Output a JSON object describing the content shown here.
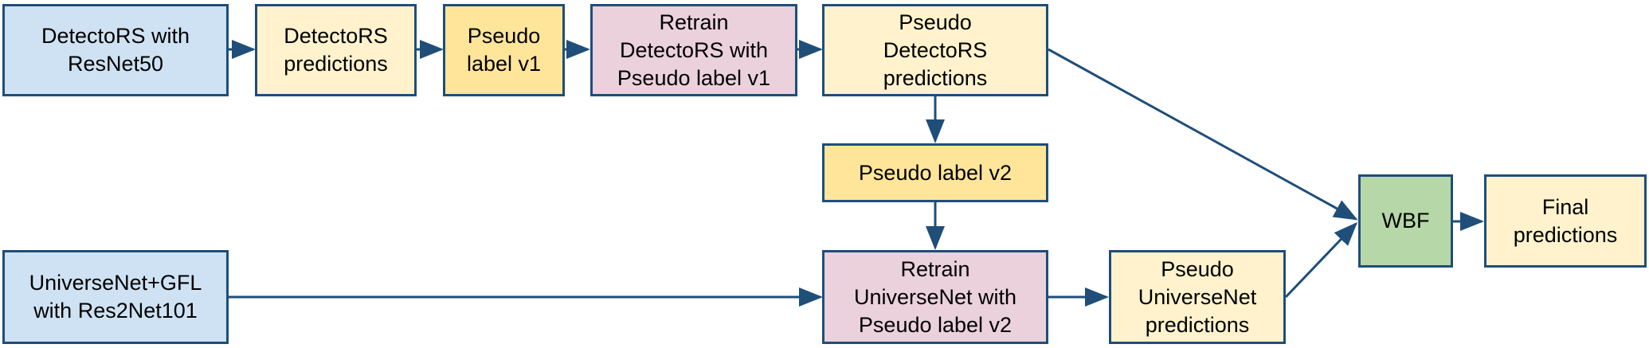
{
  "colors": {
    "stroke": "#1f4e79",
    "model": "#cfe2f3",
    "prediction": "#fff2cc",
    "pseudo_label": "#ffe599",
    "retrain": "#ead1dc",
    "fusion": "#b6d7a8"
  },
  "nodes": {
    "detectors_resnet50": {
      "label": "DetectoRS with\nResNet50"
    },
    "detectors_predictions": {
      "label": "DetectoRS\npredictions"
    },
    "pseudo_label_v1": {
      "label": "Pseudo\nlabel v1"
    },
    "retrain_detectors": {
      "label": "Retrain\nDetectoRS with\nPseudo label v1"
    },
    "pseudo_detectors_predictions": {
      "label": "Pseudo\nDetectoRS\npredictions"
    },
    "pseudo_label_v2": {
      "label": "Pseudo label v2"
    },
    "universenet_gfl": {
      "label": "UniverseNet+GFL\nwith Res2Net101"
    },
    "retrain_universenet": {
      "label": "Retrain\nUniverseNet with\nPseudo label v2"
    },
    "pseudo_universenet_predictions": {
      "label": "Pseudo\nUniverseNet\npredictions"
    },
    "wbf": {
      "label": "WBF"
    },
    "final_predictions": {
      "label": "Final\npredictions"
    }
  },
  "edges": [
    {
      "from": "detectors_resnet50",
      "to": "detectors_predictions"
    },
    {
      "from": "detectors_predictions",
      "to": "pseudo_label_v1"
    },
    {
      "from": "pseudo_label_v1",
      "to": "retrain_detectors"
    },
    {
      "from": "retrain_detectors",
      "to": "pseudo_detectors_predictions"
    },
    {
      "from": "pseudo_detectors_predictions",
      "to": "pseudo_label_v2"
    },
    {
      "from": "pseudo_detectors_predictions",
      "to": "wbf"
    },
    {
      "from": "pseudo_label_v2",
      "to": "retrain_universenet"
    },
    {
      "from": "universenet_gfl",
      "to": "retrain_universenet"
    },
    {
      "from": "retrain_universenet",
      "to": "pseudo_universenet_predictions"
    },
    {
      "from": "pseudo_universenet_predictions",
      "to": "wbf"
    },
    {
      "from": "wbf",
      "to": "final_predictions"
    }
  ]
}
